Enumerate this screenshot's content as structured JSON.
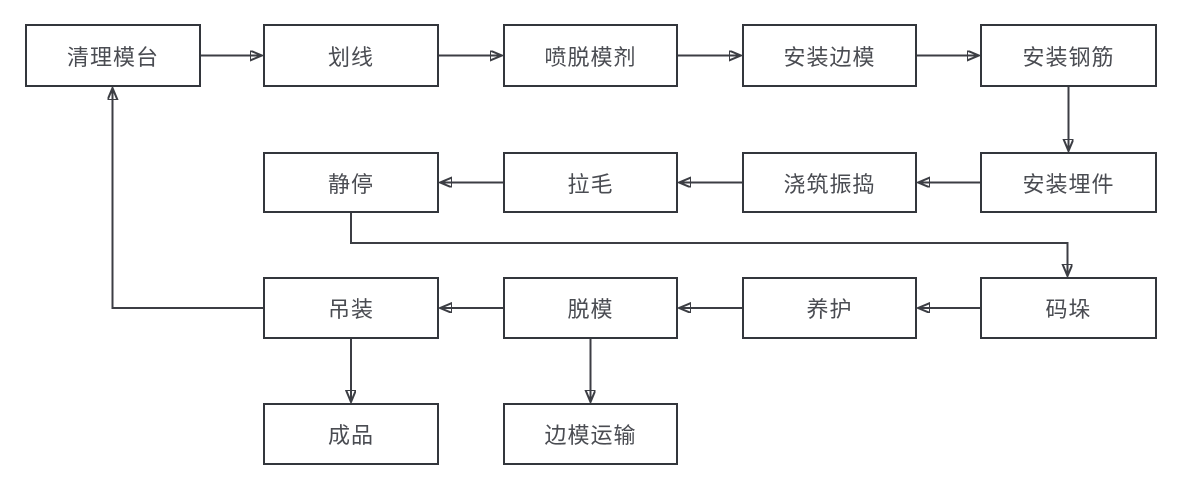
{
  "diagram": {
    "type": "flowchart",
    "background": "#ffffff",
    "colors": {
      "node_border": "#33363c",
      "connector_line": "#3c3e44",
      "node_text": "#4a4c52",
      "node_fill": "#ffffff"
    },
    "nodes": [
      {
        "id": "qingli-motai",
        "label": "清理模台"
      },
      {
        "id": "huaxian",
        "label": "划线"
      },
      {
        "id": "pen-tuomoji",
        "label": "喷脱模剂"
      },
      {
        "id": "anzhuang-bianmo",
        "label": "安装边模"
      },
      {
        "id": "anzhuang-gangjin",
        "label": "安装钢筋"
      },
      {
        "id": "jingting",
        "label": "静停"
      },
      {
        "id": "lamao",
        "label": "拉毛"
      },
      {
        "id": "jiaozhu-zhendao",
        "label": "浇筑振捣"
      },
      {
        "id": "anzhuang-maijian",
        "label": "安装埋件"
      },
      {
        "id": "diaozhuang",
        "label": "吊装"
      },
      {
        "id": "tuomo",
        "label": "脱模"
      },
      {
        "id": "yanghu",
        "label": "养护"
      },
      {
        "id": "maduo",
        "label": "码垛"
      },
      {
        "id": "chengpin",
        "label": "成品"
      },
      {
        "id": "bianmo-yunshu",
        "label": "边模运输"
      }
    ],
    "edges": [
      {
        "from": "qingli-motai",
        "to": "huaxian"
      },
      {
        "from": "huaxian",
        "to": "pen-tuomoji"
      },
      {
        "from": "pen-tuomoji",
        "to": "anzhuang-bianmo"
      },
      {
        "from": "anzhuang-bianmo",
        "to": "anzhuang-gangjin"
      },
      {
        "from": "anzhuang-gangjin",
        "to": "anzhuang-maijian"
      },
      {
        "from": "anzhuang-maijian",
        "to": "jiaozhu-zhendao"
      },
      {
        "from": "jiaozhu-zhendao",
        "to": "lamao"
      },
      {
        "from": "lamao",
        "to": "jingting"
      },
      {
        "from": "jingting",
        "to": "maduo"
      },
      {
        "from": "maduo",
        "to": "yanghu"
      },
      {
        "from": "yanghu",
        "to": "tuomo"
      },
      {
        "from": "tuomo",
        "to": "diaozhuang"
      },
      {
        "from": "diaozhuang",
        "to": "qingli-motai"
      },
      {
        "from": "diaozhuang",
        "to": "chengpin"
      },
      {
        "from": "tuomo",
        "to": "bianmo-yunshu"
      }
    ]
  }
}
